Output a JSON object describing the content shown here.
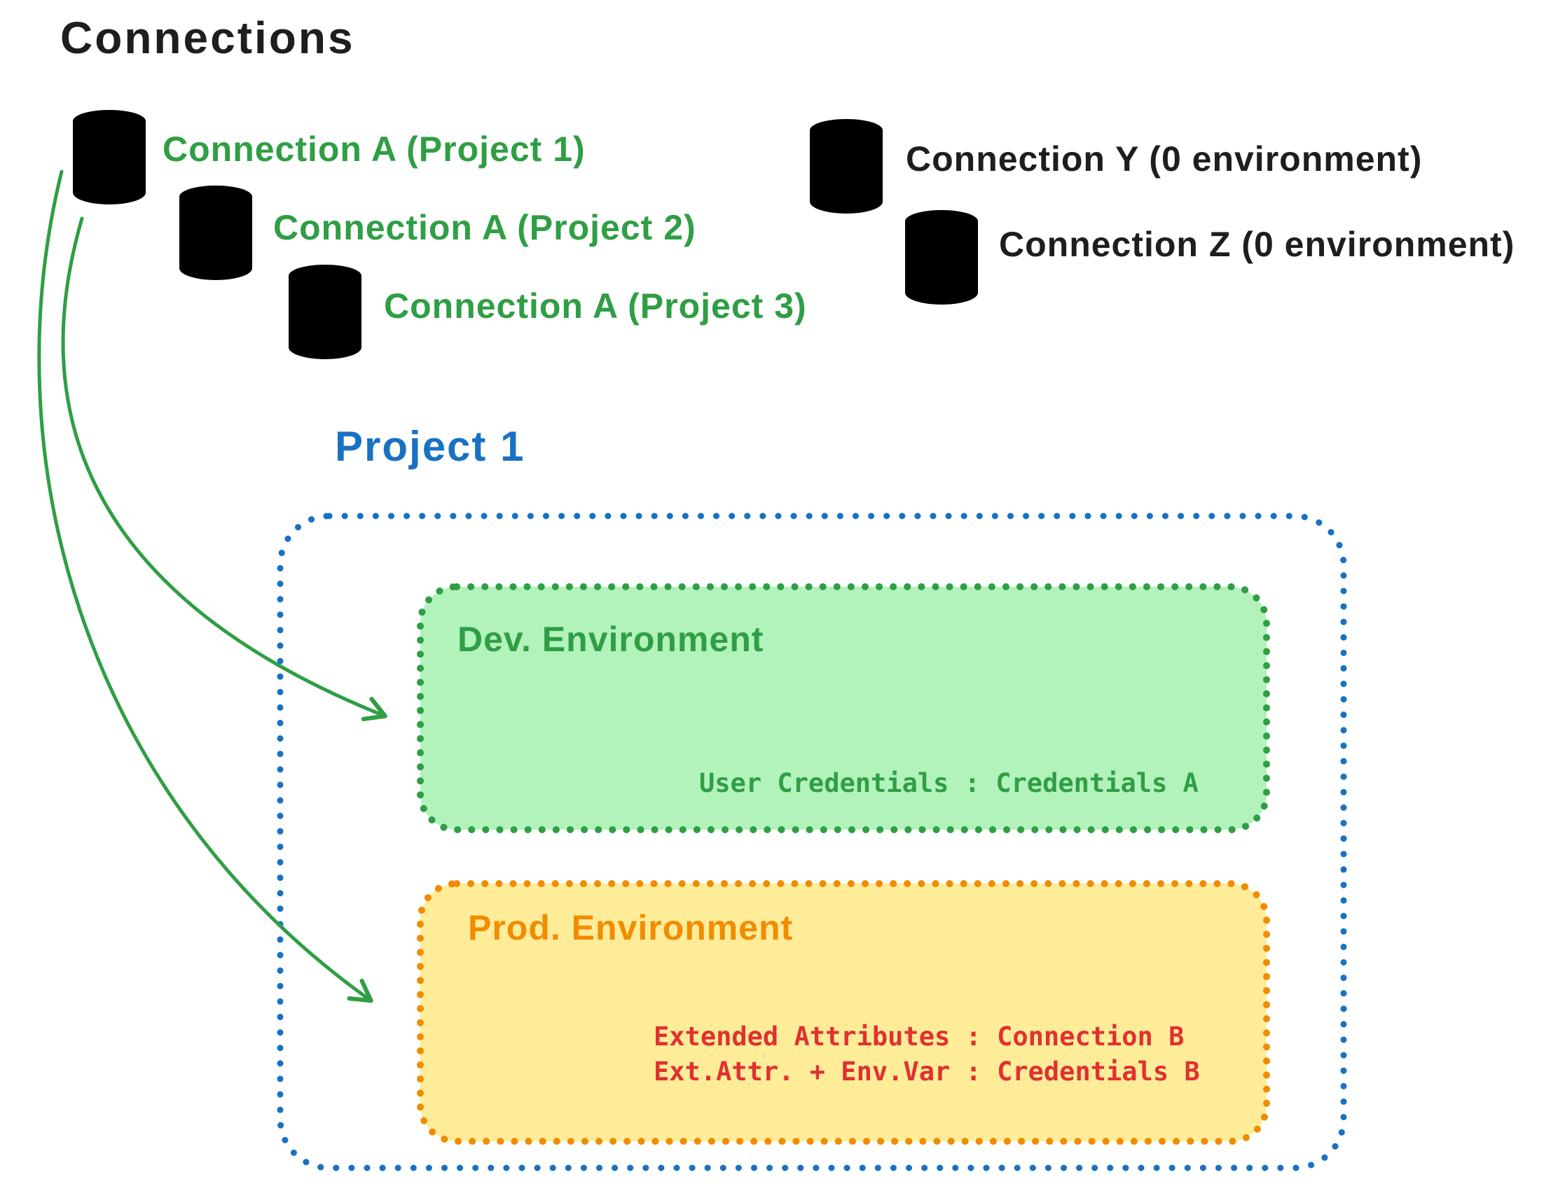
{
  "title": "Connections",
  "connections": {
    "project_scoped": [
      {
        "icon": "database-icon",
        "color": "#2f9e44",
        "label": "Connection A (Project 1)"
      },
      {
        "icon": "database-icon",
        "color": "#2f9e44",
        "label": "Connection A (Project 2)"
      },
      {
        "icon": "database-icon",
        "color": "#2f9e44",
        "label": "Connection A (Project 3)"
      }
    ],
    "unscoped": [
      {
        "icon": "database-icon",
        "color": "#343a40",
        "label": "Connection Y (0 environment)"
      },
      {
        "icon": "database-icon",
        "color": "#343a40",
        "label": "Connection Z (0 environment)"
      }
    ]
  },
  "project": {
    "title": "Project 1",
    "environments": [
      {
        "name": "Dev. Environment",
        "accent": "#2f9e44",
        "fill": "#b2f2bb",
        "mappings": [
          "User Credentials : Credentials A"
        ]
      },
      {
        "name": "Prod. Environment",
        "accent": "#f08c00",
        "fill": "#ffec99",
        "text_color": "#e03131",
        "mappings": [
          "Extended Attributes : Connection B",
          "Ext.Attr. + Env.Var : Credentials B"
        ]
      }
    ]
  },
  "colors": {
    "ink": "#1e1e1e",
    "green": "#2f9e44",
    "green_fill": "#b2f2bb",
    "gray": "#343a40",
    "gray_fill": "#ced4da",
    "blue": "#1971c2",
    "orange": "#f08c00",
    "yellow_fill": "#ffec99",
    "red": "#e03131"
  }
}
